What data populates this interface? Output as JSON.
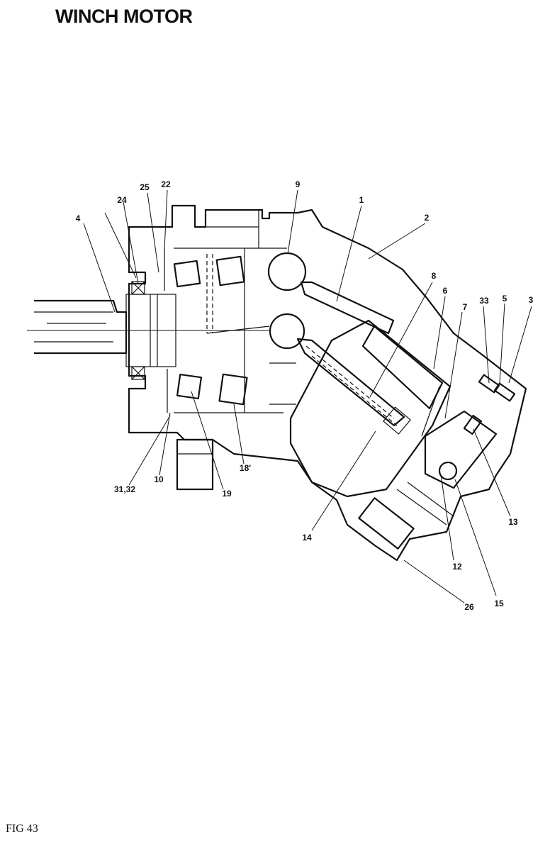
{
  "header": {
    "title": "WINCH MOTOR"
  },
  "footer": {
    "figure_label": "FIG 43"
  },
  "labels": {
    "l1": "1",
    "l2": "2",
    "l3": "3",
    "l4": "4",
    "l5": "5",
    "l6": "6",
    "l7": "7",
    "l8": "8",
    "l9": "9",
    "l10": "10",
    "l12": "12",
    "l13": "13",
    "l14": "14",
    "l15": "15",
    "l18": "18'",
    "l19": "19",
    "l22": "22",
    "l24": "24",
    "l25": "25",
    "l26": "26",
    "l31_32": "31,32",
    "l33": "33"
  }
}
